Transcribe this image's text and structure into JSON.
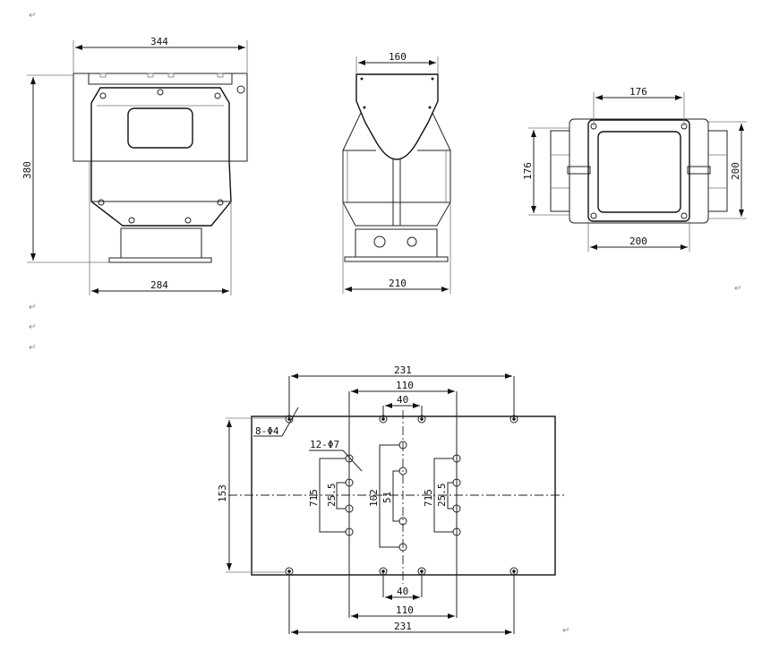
{
  "paragraph_mark": "↵",
  "front_view": {
    "width_top": "344",
    "height": "380",
    "width_bottom": "284"
  },
  "side_view": {
    "width_top": "160",
    "width_bottom": "210"
  },
  "top_view": {
    "width_top": "176",
    "height_left": "176",
    "height_right": "200",
    "width_bottom": "200"
  },
  "mount_plate": {
    "width_outer_top": "231",
    "width_mid_top": "110",
    "width_inner_top": "40",
    "height": "153",
    "hole_callout_small": "8-Φ4",
    "hole_callout_large": "12-Φ7",
    "left_outer": "715",
    "left_inner": "25.5",
    "center_outer": "102",
    "center_inner": "51",
    "right_outer": "715",
    "right_inner": "25.5",
    "width_inner_bottom": "40",
    "width_mid_bottom": "110",
    "width_outer_bottom": "231"
  }
}
